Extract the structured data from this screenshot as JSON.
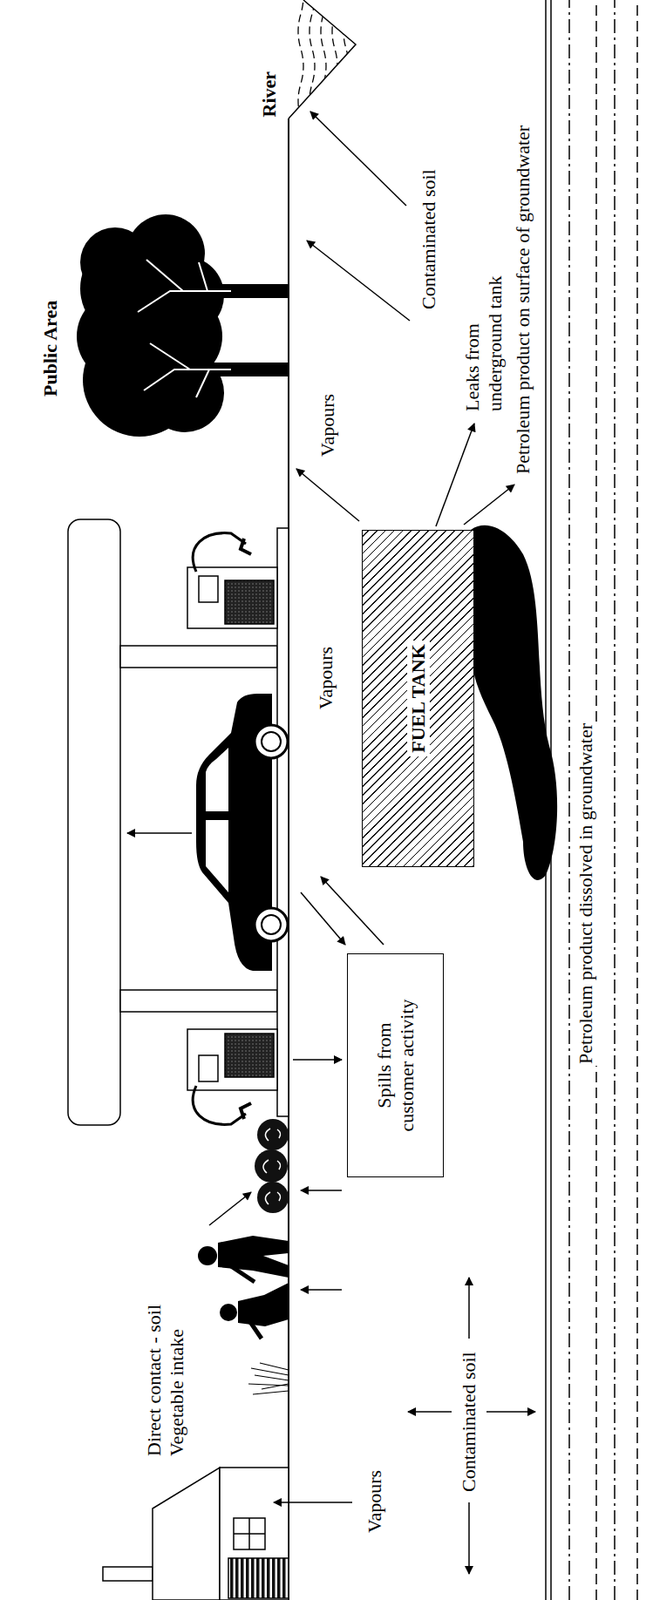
{
  "diagram": {
    "nodes": [
      {
        "text": [
          "Spills from customer activity"
        ]
      },
      {
        "text": [
          "FUEL TANK"
        ]
      }
    ],
    "labels": [
      "Public Area",
      "River",
      "Vapours",
      "Contaminated soil",
      "Leaks from underground tank",
      "Petroleum product on surface of groundwater",
      "Vapours",
      "Direct contact - soil",
      "Vegetable intake",
      "Vapours",
      "Contaminated soil",
      "Petroleum product dissolved in groundwater"
    ]
  }
}
